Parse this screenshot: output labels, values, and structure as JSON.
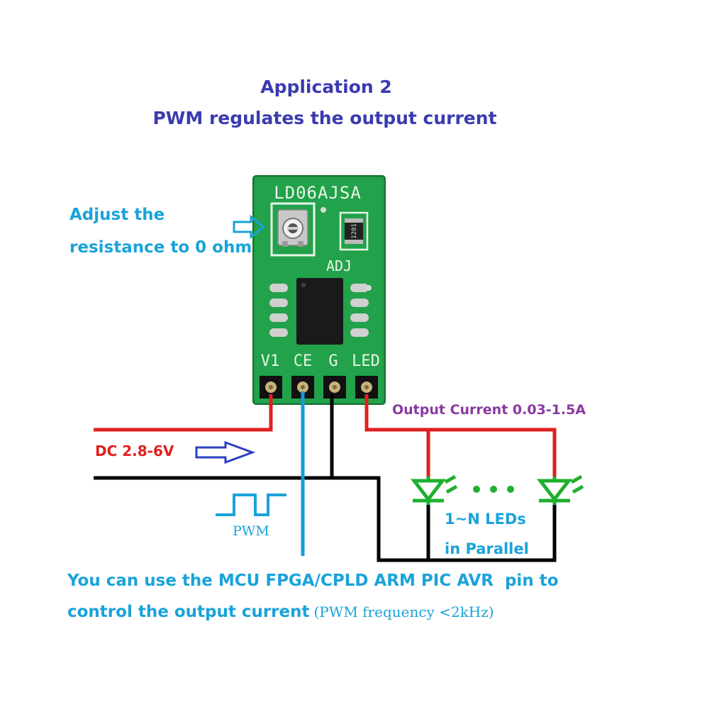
{
  "title": {
    "line1": "Application 2",
    "line2": "PWM regulates the output current"
  },
  "board": {
    "model": "LD06AJSA",
    "adj_label": "ADJ",
    "resistor_marking": "1201",
    "pins": [
      "V1",
      "CE",
      "G",
      "LED"
    ],
    "colors": {
      "pcb": "#1f9a45",
      "silk": "#e8f5e8"
    }
  },
  "annotations": {
    "adjust_line1": "Adjust the",
    "adjust_line2": "resistance to 0 ohm",
    "input_voltage": "DC 2.8-6V",
    "output_current": "Output Current 0.03-1.5A",
    "pwm_label": "PWM",
    "leds_line1": "1~N LEDs",
    "leds_line2": "in Parallel",
    "leds_dots": "• • •"
  },
  "footer": {
    "line1": "You can use the MCU FPGA/CPLD ARM PIC AVR  pin to",
    "line2_bold": "control the output current",
    "line2_note": "(PWM frequency <2kHz)"
  },
  "colors": {
    "title": "#3b3bb0",
    "accent": "#1aa3d9",
    "positive_wire": "#e02020",
    "ground_wire": "#000000",
    "control_wire": "#1a9ad8",
    "led": "#20b030",
    "output_label": "#8a3aa0"
  }
}
